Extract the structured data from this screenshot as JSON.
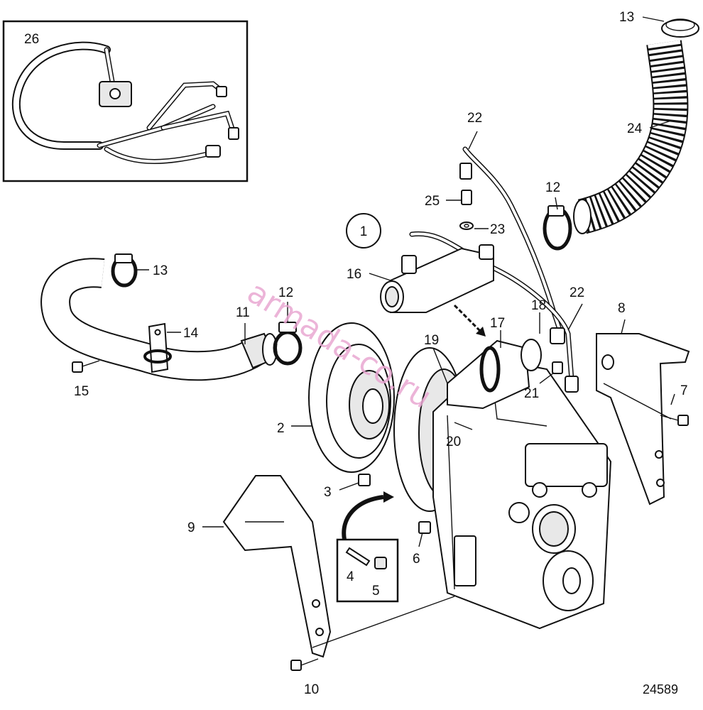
{
  "diagram": {
    "inset_label": "26",
    "circle_label": "1",
    "figure_number": "24589",
    "watermark": "armada-co.ru",
    "callouts": [
      {
        "id": "c13a",
        "text": "13"
      },
      {
        "id": "c24",
        "text": "24"
      },
      {
        "id": "c22a",
        "text": "22"
      },
      {
        "id": "c12a",
        "text": "12"
      },
      {
        "id": "c25",
        "text": "25"
      },
      {
        "id": "c23",
        "text": "23"
      },
      {
        "id": "c16",
        "text": "16"
      },
      {
        "id": "c13b",
        "text": "13"
      },
      {
        "id": "c12b",
        "text": "12"
      },
      {
        "id": "c11",
        "text": "11"
      },
      {
        "id": "c14",
        "text": "14"
      },
      {
        "id": "c15",
        "text": "15"
      },
      {
        "id": "c22b",
        "text": "22"
      },
      {
        "id": "c8",
        "text": "8"
      },
      {
        "id": "c18",
        "text": "18"
      },
      {
        "id": "c17",
        "text": "17"
      },
      {
        "id": "c19",
        "text": "19"
      },
      {
        "id": "c21",
        "text": "21"
      },
      {
        "id": "c7",
        "text": "7"
      },
      {
        "id": "c20",
        "text": "20"
      },
      {
        "id": "c2",
        "text": "2"
      },
      {
        "id": "c3",
        "text": "3"
      },
      {
        "id": "c9",
        "text": "9"
      },
      {
        "id": "c6",
        "text": "6"
      },
      {
        "id": "c4",
        "text": "4"
      },
      {
        "id": "c5",
        "text": "5"
      },
      {
        "id": "c10",
        "text": "10"
      }
    ]
  }
}
